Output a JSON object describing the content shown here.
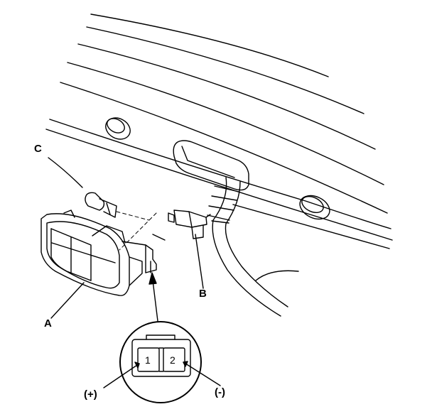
{
  "labels": {
    "a": "A",
    "b": "B",
    "c": "C",
    "pin1": "1",
    "pin2": "2",
    "positive": "(+)",
    "negative": "(-)"
  },
  "colors": {
    "line": "#000000",
    "background": "#ffffff"
  }
}
